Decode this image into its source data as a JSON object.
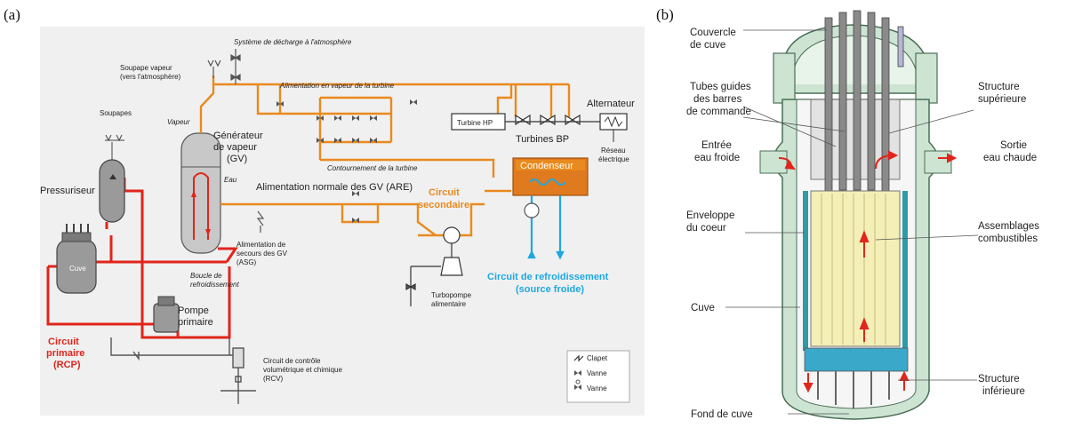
{
  "panel_a": {
    "label": "(a)",
    "decharge": "Système de décharge à l'atmosphère",
    "soupape_vapeur_1": "Soupape vapeur",
    "soupape_vapeur_2": "(vers l'atmosphère)",
    "alim_vapeur": "Alimentation en vapeur de la turbine",
    "alternateur": "Alternateur",
    "soupapes": "Soupapes",
    "vapeur": "Vapeur",
    "gv_1": "Générateur",
    "gv_2": "de vapeur",
    "gv_3": "(GV)",
    "turbine_hp": "Turbine HP",
    "turbines_bp": "Turbines BP",
    "reseau_1": "Réseau",
    "reseau_2": "électrique",
    "contournement": "Contournement de la turbine",
    "pressuriseur": "Pressuriseur",
    "eau": "Eau",
    "condenseur": "Condenseur",
    "are": "Alimentation normale des GV (ARE)",
    "circuit_sec_1": "Circuit",
    "circuit_sec_2": "secondaire",
    "asg_1": "Alimentation de",
    "asg_2": "secours des GV",
    "asg_3": "(ASG)",
    "boucle_1": "Boucle de",
    "boucle_2": "refroidissement",
    "cuve": "Cuve",
    "refroid_1": "Circuit de refroidissement",
    "refroid_2": "(source froide)",
    "pompe_1": "Pompe",
    "pompe_2": "primaire",
    "turbopompe_1": "Turbopompe",
    "turbopompe_2": "alimentaire",
    "circuit_prim_1": "Circuit",
    "circuit_prim_2": "primaire",
    "circuit_prim_3": "(RCP)",
    "rcv_1": "Circuit de contrôle",
    "rcv_2": "volumétrique et chimique",
    "rcv_3": "(RCV)",
    "legend": {
      "clapet": "Clapet",
      "vanne_1": "Vanne",
      "vanne_2": "Vanne"
    }
  },
  "panel_b": {
    "label": "(b)",
    "couvercle_1": "Couvercle",
    "couvercle_2": "de cuve",
    "tubes_1": "Tubes guides",
    "tubes_2": "des barres",
    "tubes_3": "de commande",
    "entree_1": "Entrée",
    "entree_2": "eau froide",
    "enveloppe_1": "Enveloppe",
    "enveloppe_2": "du coeur",
    "cuve": "Cuve",
    "fond": "Fond de cuve",
    "struct_sup_1": "Structure",
    "struct_sup_2": "supérieure",
    "sortie_1": "Sortie",
    "sortie_2": "eau chaude",
    "assemblages_1": "Assemblages",
    "assemblages_2": "combustibles",
    "struct_inf_1": "Structure",
    "struct_inf_2": "inférieure"
  },
  "colors": {
    "primary": "#e1251b",
    "secondary": "#e98a1e",
    "cooling": "#1ea7e0",
    "vessel": "#cde4d3",
    "fuel": "#f4efb6"
  }
}
